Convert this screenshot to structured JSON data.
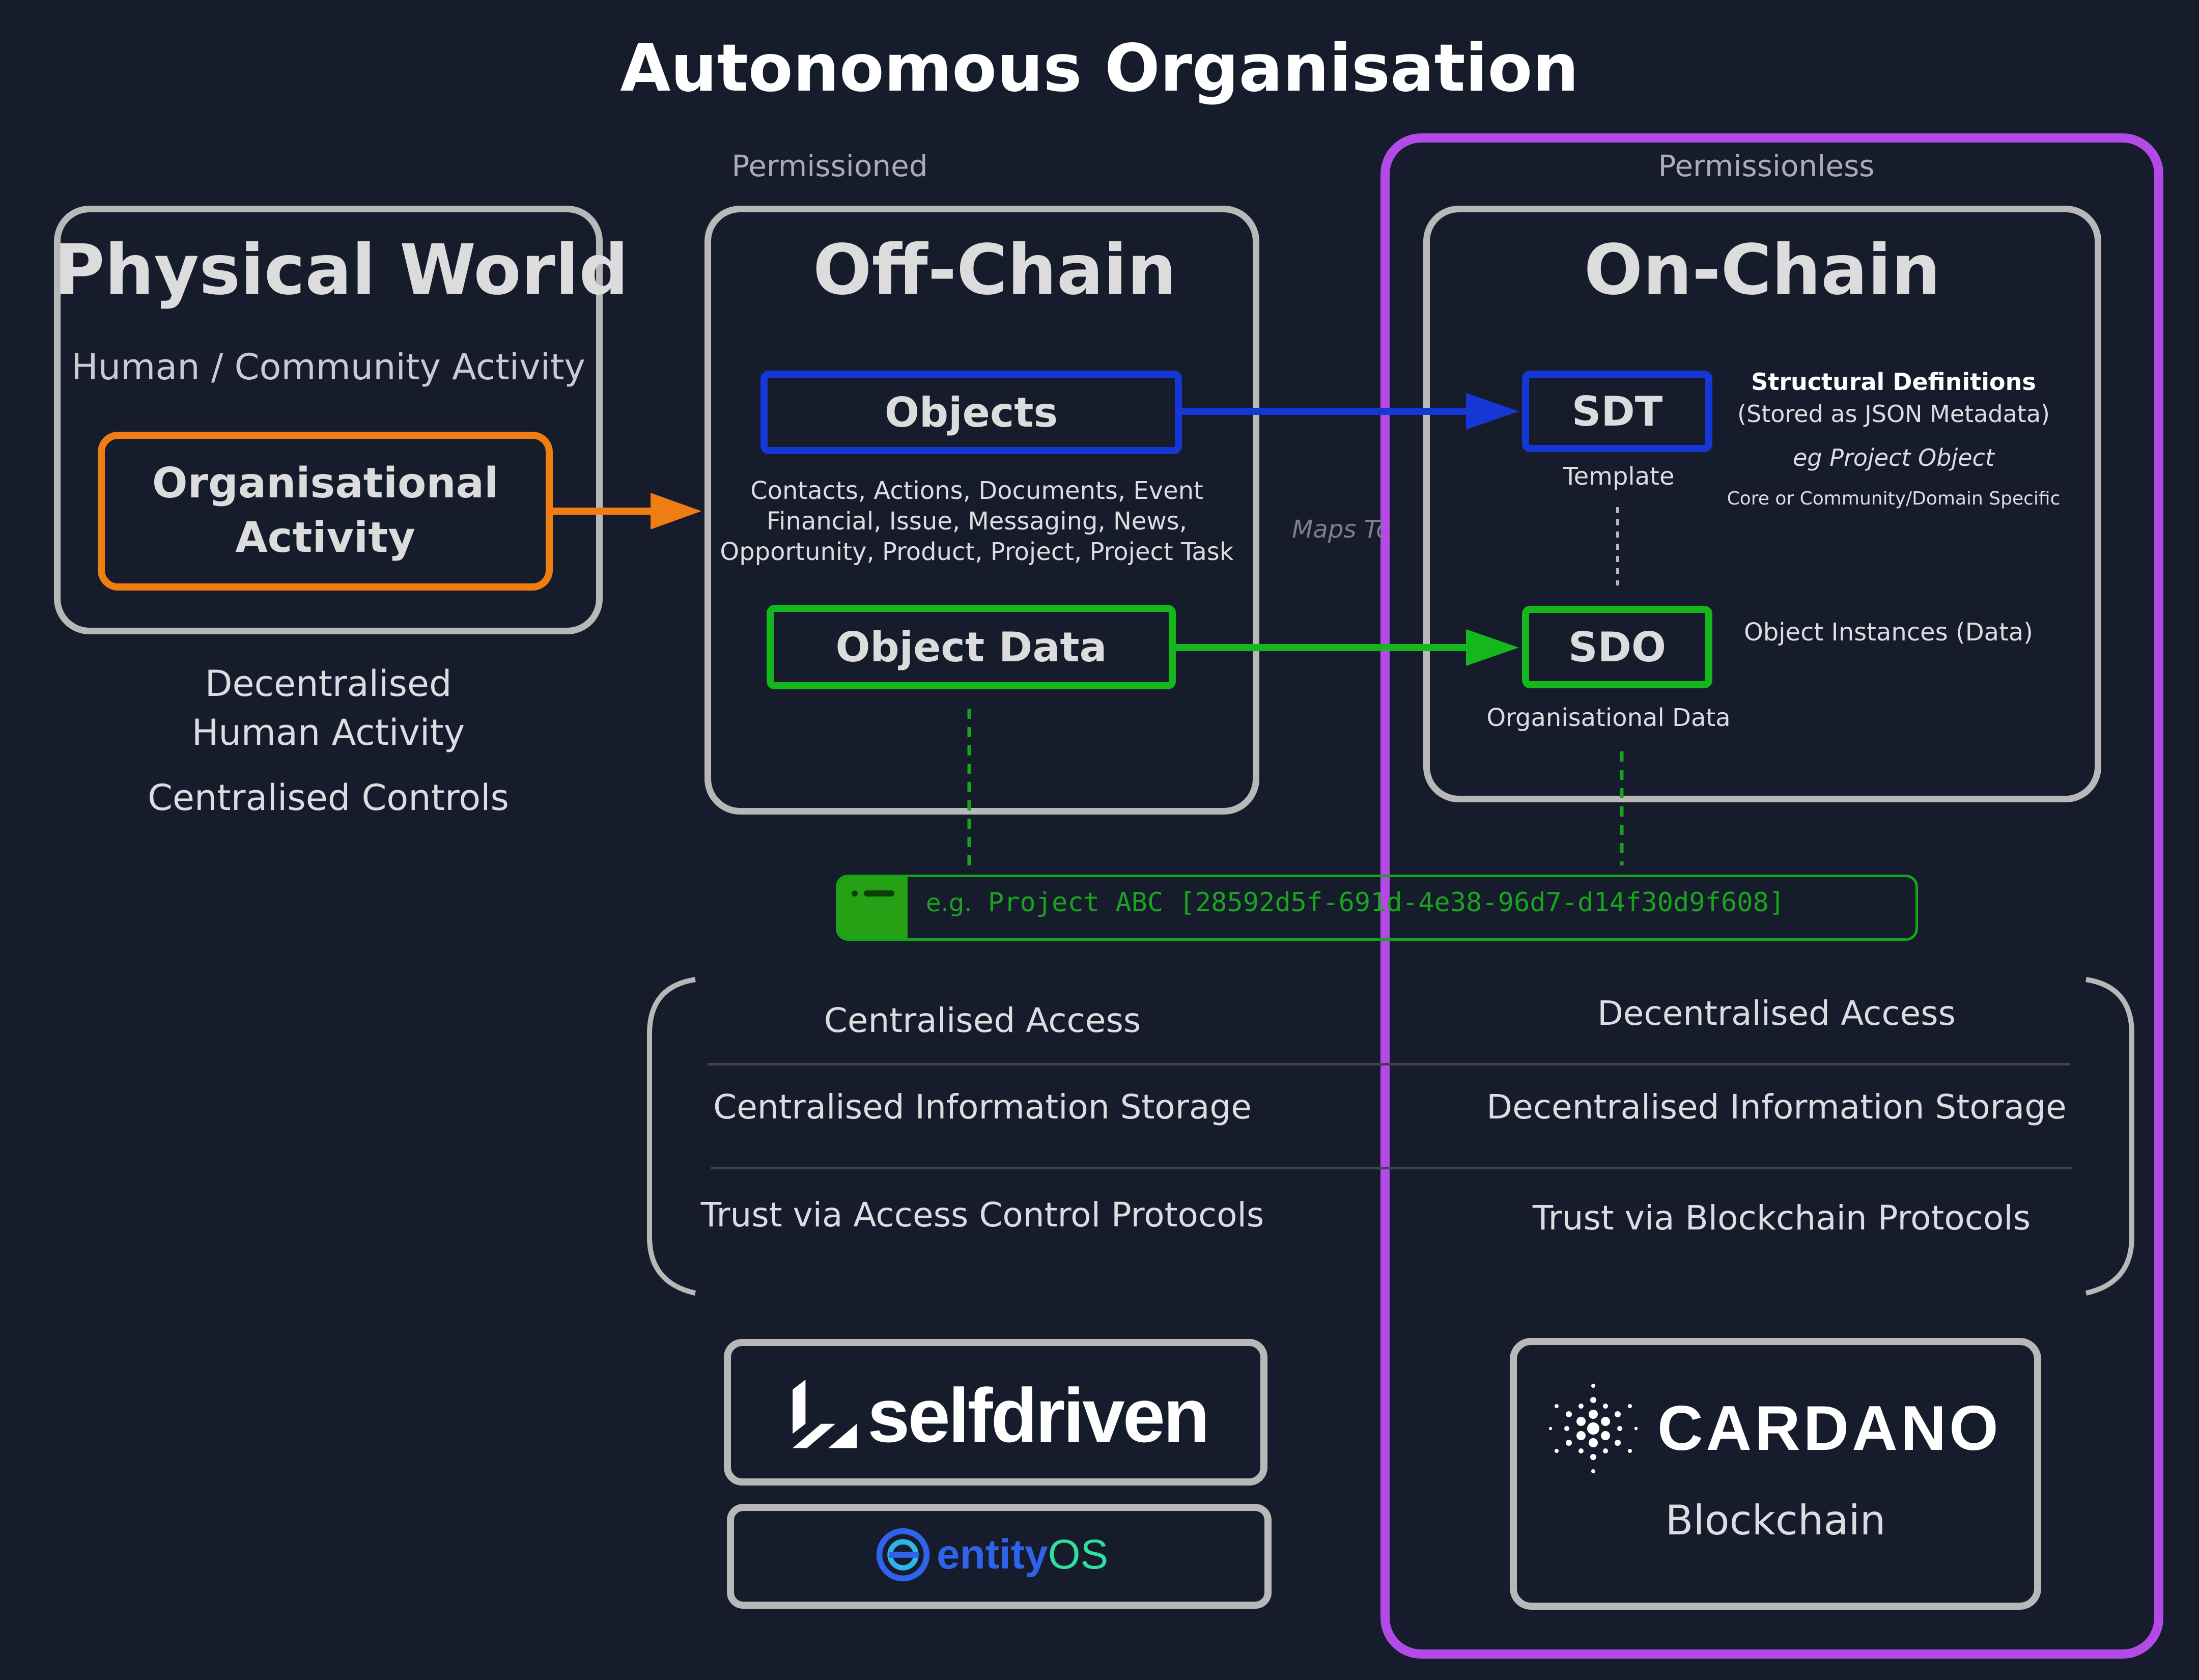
{
  "title": "Autonomous Organisation",
  "zones": {
    "permissioned": "Permissioned",
    "permissionless": "Permissionless"
  },
  "physical_world": {
    "heading": "Physical World",
    "subtitle": "Human / Community Activity",
    "activity_box": [
      "Organisational",
      "Activity"
    ],
    "notes": [
      "Decentralised",
      "Human Activity",
      "Centralised Controls"
    ]
  },
  "off_chain": {
    "heading": "Off-Chain",
    "objects_label": "Objects",
    "objects_list": [
      "Contacts, Actions, Documents, Event",
      "Financial, Issue, Messaging, News,",
      "Opportunity, Product, Project, Project Task"
    ],
    "object_data_label": "Object Data",
    "maps_to": "Maps To"
  },
  "on_chain": {
    "heading": "On-Chain",
    "sdt_label": "SDT",
    "sdt_caption": "Template",
    "sdt_desc": {
      "title": "Structural Definitions",
      "line2": "(Stored as JSON Metadata)",
      "example": "eg Project Object",
      "scope": "Core or Community/Domain Specific"
    },
    "sdo_label": "SDO",
    "sdo_caption": "Organisational Data",
    "sdo_desc": "Object Instances (Data)"
  },
  "example_bar": {
    "prefix": "e.g.",
    "text": "Project ABC [28592d5f-691d-4e38-96d7-d14f30d9f608]"
  },
  "access": {
    "left": [
      "Centralised Access",
      "Centralised Information Storage",
      "Trust via Access Control Protocols"
    ],
    "right": [
      "Decentralised Access",
      "Decentralised Information Storage",
      "Trust via Blockchain Protocols"
    ]
  },
  "platforms": {
    "selfdriven": "selfdriven",
    "entity_prefix": "entity",
    "entity_suffix": "OS",
    "cardano": "CARDANO",
    "cardano_caption": "Blockchain"
  },
  "colors": {
    "background": "#161c2b",
    "orange": "#f07d11",
    "blue": "#1537d6",
    "green": "#15b81c",
    "purple": "#b44ae6",
    "gray": "#b8b8b8"
  }
}
